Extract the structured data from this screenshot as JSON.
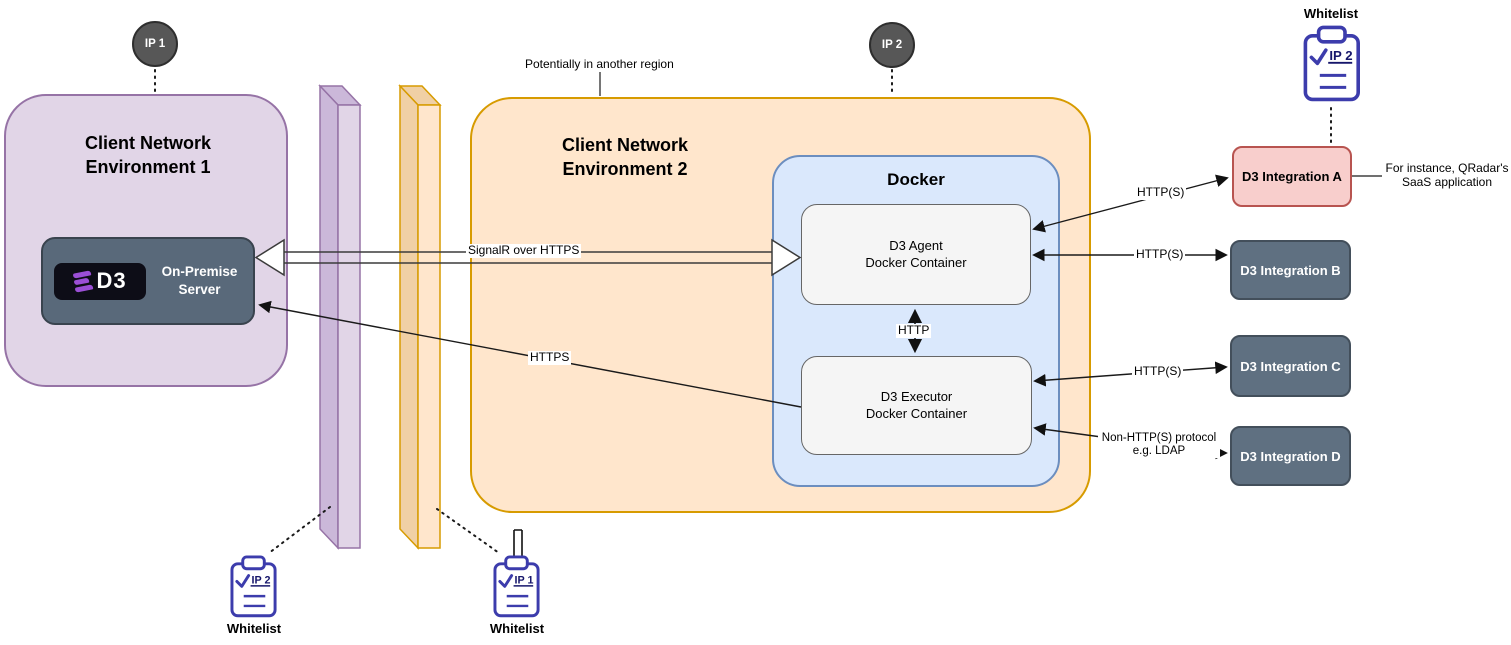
{
  "diagram_title": "D3 agent / executor network architecture",
  "env1": {
    "title": "Client Network Environment 1",
    "ip_badge": "IP 1",
    "server": {
      "logo_text": "D3",
      "label_line1": "On-Premise",
      "label_line2": "Server"
    }
  },
  "env2": {
    "title": "Client Network Environment 2",
    "region_note": "Potentially in another region",
    "ip_badge": "IP 2",
    "docker": {
      "title": "Docker",
      "agent_line1": "D3 Agent",
      "agent_line2": "Docker Container",
      "executor_line1": "D3 Executor",
      "executor_line2": "Docker Container"
    }
  },
  "connections": {
    "signalr": "SignalR over HTTPS",
    "https": "HTTPS",
    "http": "HTTP",
    "http_s_a": "HTTP(S)",
    "http_s_b": "HTTP(S)",
    "http_s_c": "HTTP(S)",
    "non_http_line1": "Non-HTTP(S) protocol",
    "non_http_line2": "e.g. LDAP"
  },
  "integrations": {
    "a": "D3 Integration A",
    "b": "D3 Integration B",
    "c": "D3 Integration C",
    "d": "D3 Integration D",
    "a_note_line1": "For instance, QRadar's",
    "a_note_line2": "SaaS application"
  },
  "whitelists": {
    "top_right": {
      "title": "Whitelist",
      "entry": "IP 2"
    },
    "bottom_left": {
      "title": "Whitelist",
      "entry": "IP 2"
    },
    "bottom_right": {
      "title": "Whitelist",
      "entry": "IP 1"
    }
  },
  "colors": {
    "env1_fill": "#e1d5e7",
    "env1_stroke": "#9673a6",
    "env2_fill": "#ffe6cc",
    "env2_stroke": "#d79b00",
    "docker_fill": "#dae8fc",
    "docker_stroke": "#6c8ebf",
    "container_fill": "#f5f5f5",
    "server_fill": "#59697a",
    "integration_dark_fill": "#5f7081",
    "integration_a_fill": "#f8cecc",
    "integration_a_stroke": "#b85450",
    "ip_badge_fill": "#575757",
    "clipboard_stroke": "#3c3cac",
    "d3_logo_purple": "#9b4fd6"
  }
}
